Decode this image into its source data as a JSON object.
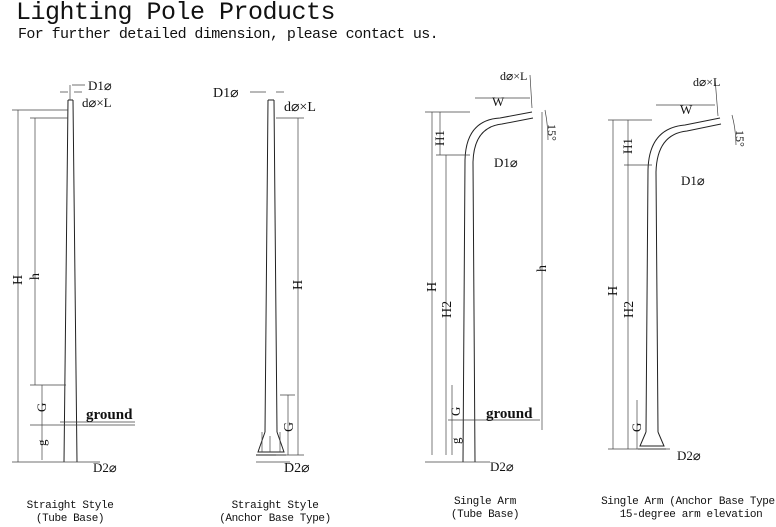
{
  "header": {
    "title": "Lighting Pole Products",
    "subtitle": "For further detailed dimension, please contact us."
  },
  "drawings": [
    {
      "caption_line1": "Straight Style",
      "caption_line2": "(Tube Base)",
      "labels": {
        "d1": "D1⌀",
        "dxl": "d⌀×L",
        "H": "H",
        "h": "h",
        "G": "G",
        "g": "g",
        "ground": "ground",
        "d2": "D2⌀"
      }
    },
    {
      "caption_line1": "Straight Style",
      "caption_line2": "(Anchor Base Type)",
      "labels": {
        "d1": "D1⌀",
        "dxl": "d⌀×L",
        "H": "H",
        "G": "G",
        "d2": "D2⌀"
      }
    },
    {
      "caption_line1": "Single Arm",
      "caption_line2": "(Tube Base)",
      "labels": {
        "dxl": "d⌀×L",
        "W": "W",
        "angle": "15°",
        "H1": "H1",
        "d1": "D1⌀",
        "H": "H",
        "H2": "H2",
        "h": "h",
        "G": "G",
        "g": "g",
        "ground": "ground",
        "d2": "D2⌀"
      }
    },
    {
      "caption_line1": "Single Arm (Anchor Base Type)",
      "caption_line2": "15-degree arm elevation",
      "labels": {
        "dxl": "d⌀×L",
        "W": "W",
        "angle": "15°",
        "H1": "H1",
        "d1": "D1⌀",
        "H": "H",
        "H2": "H2",
        "G": "G",
        "d2": "D2⌀"
      }
    }
  ]
}
